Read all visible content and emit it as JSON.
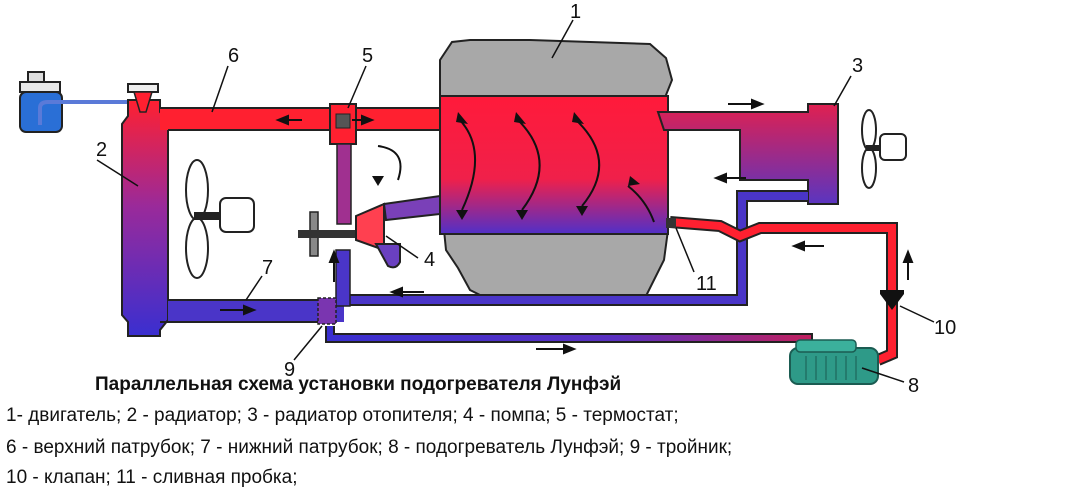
{
  "callouts": {
    "n1": "1",
    "n2": "2",
    "n3": "3",
    "n4": "4",
    "n5": "5",
    "n6": "6",
    "n7": "7",
    "n8": "8",
    "n9": "9",
    "n10": "10",
    "n11": "11"
  },
  "caption": {
    "title": "Параллельная схема установки подогревателя Лунфэй",
    "legend_line1": "1- двигатель; 2 - радиатор; 3 - радиатор отопителя; 4 - помпа; 5 - термостат;",
    "legend_line2": "6 - верхний патрубок; 7 - нижний патрубок; 8 - подогреватель Лунфэй; 9 - тройник;",
    "legend_line3": "10 - клапан; 11 - сливная пробка;"
  },
  "colors": {
    "hot": "#ff1a2e",
    "cold": "#3a2fd0",
    "engine_gray": "#a8a8a8",
    "heater_teal": "#2e9a88"
  }
}
